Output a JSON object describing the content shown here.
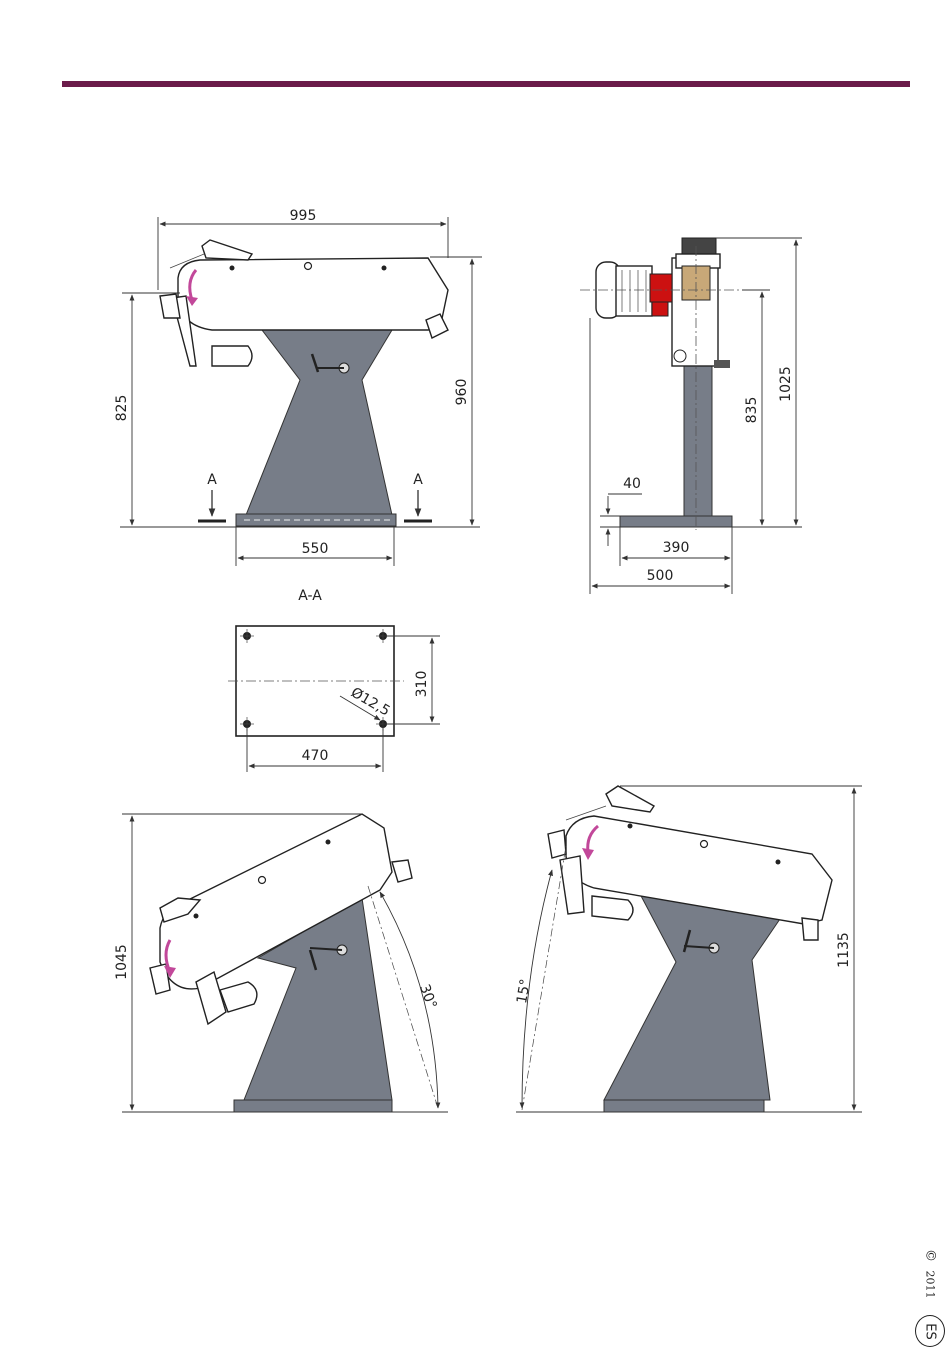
{
  "colors": {
    "rule": "#6b1b4a",
    "stand": "#777d88",
    "arrow": "#c2489a",
    "motor_red": "#cc1111"
  },
  "front_view": {
    "width_top": "995",
    "height_825": "825",
    "height_960": "960",
    "base_width": "550",
    "section_label_left": "A",
    "section_label_right": "A"
  },
  "side_view": {
    "height_1025": "1025",
    "height_835": "835",
    "foot_40": "40",
    "base_390": "390",
    "base_500": "500"
  },
  "section_view": {
    "title": "A-A",
    "width_470": "470",
    "height_310": "310",
    "hole_dia": "Ø12,5"
  },
  "tilt_30_view": {
    "height": "1045",
    "angle": "30°"
  },
  "tilt_15_view": {
    "height": "1135",
    "angle": "15°"
  },
  "footer": {
    "copyright_symbol": "©",
    "year": "2011",
    "language": "ES"
  }
}
